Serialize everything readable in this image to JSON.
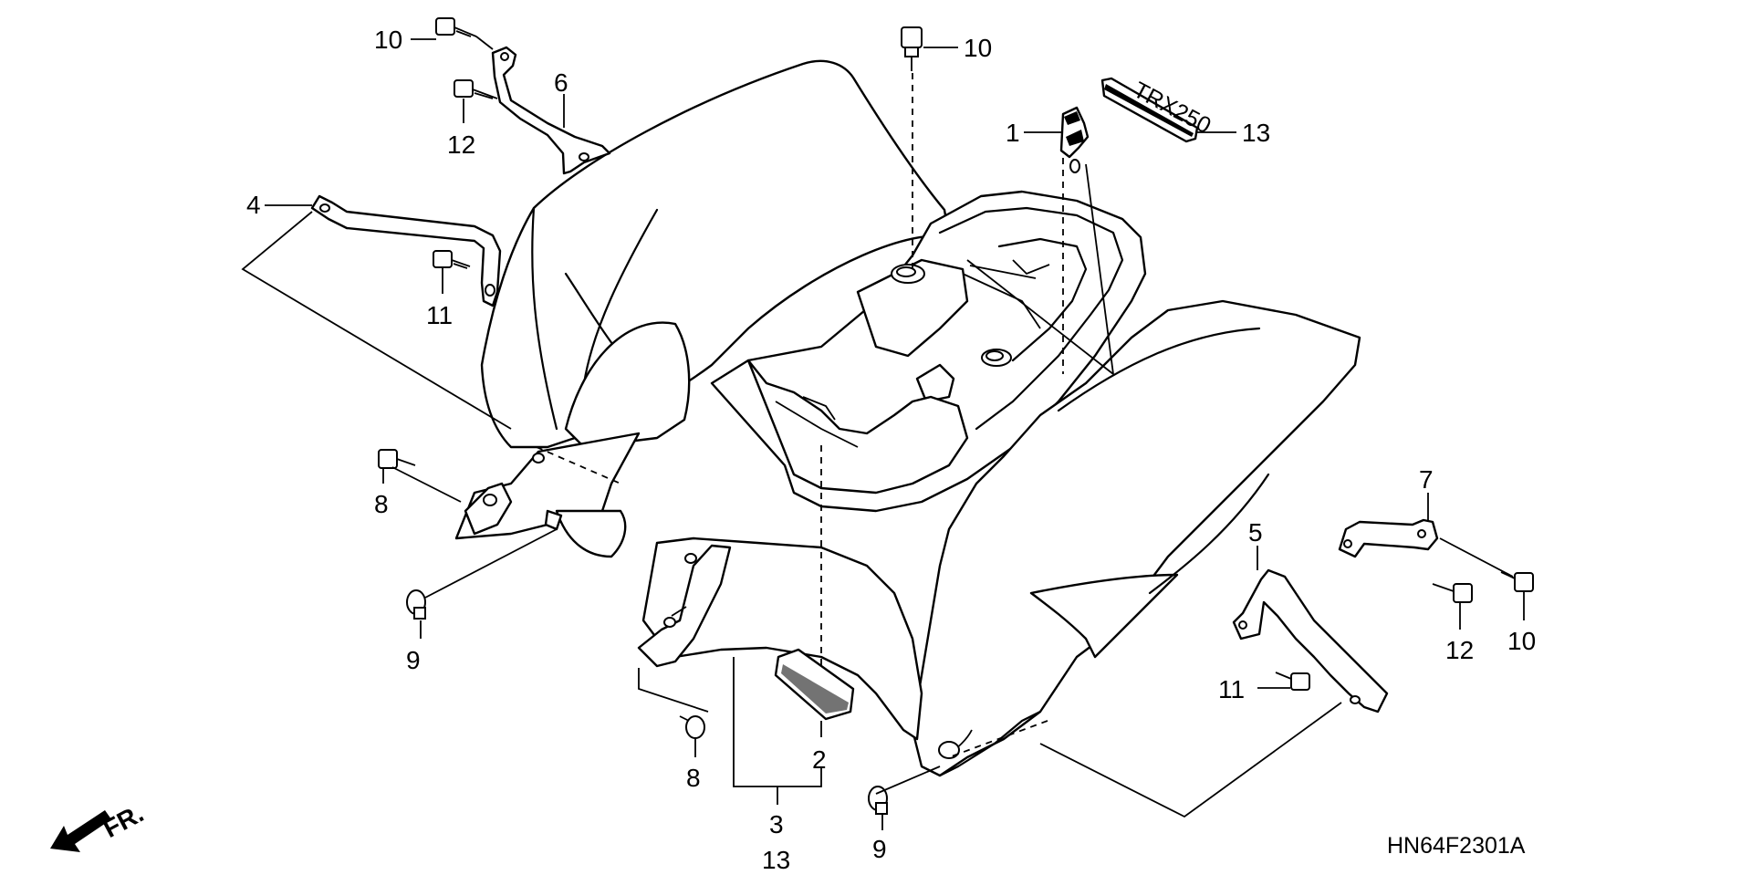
{
  "diagram": {
    "code": "HN64F2301A",
    "front_label": "FR.",
    "callouts": {
      "c1": "1",
      "c2": "2",
      "c3": "3",
      "c3b": "13",
      "c4": "4",
      "c5": "5",
      "c6": "6",
      "c7": "7",
      "c8a": "8",
      "c8b": "8",
      "c9a": "9",
      "c9b": "9",
      "c10a": "10",
      "c10b": "10",
      "c10c": "10",
      "c11a": "11",
      "c11b": "11",
      "c12a": "12",
      "c12b": "12",
      "c13": "13"
    },
    "emblem_text": "TRX250"
  }
}
